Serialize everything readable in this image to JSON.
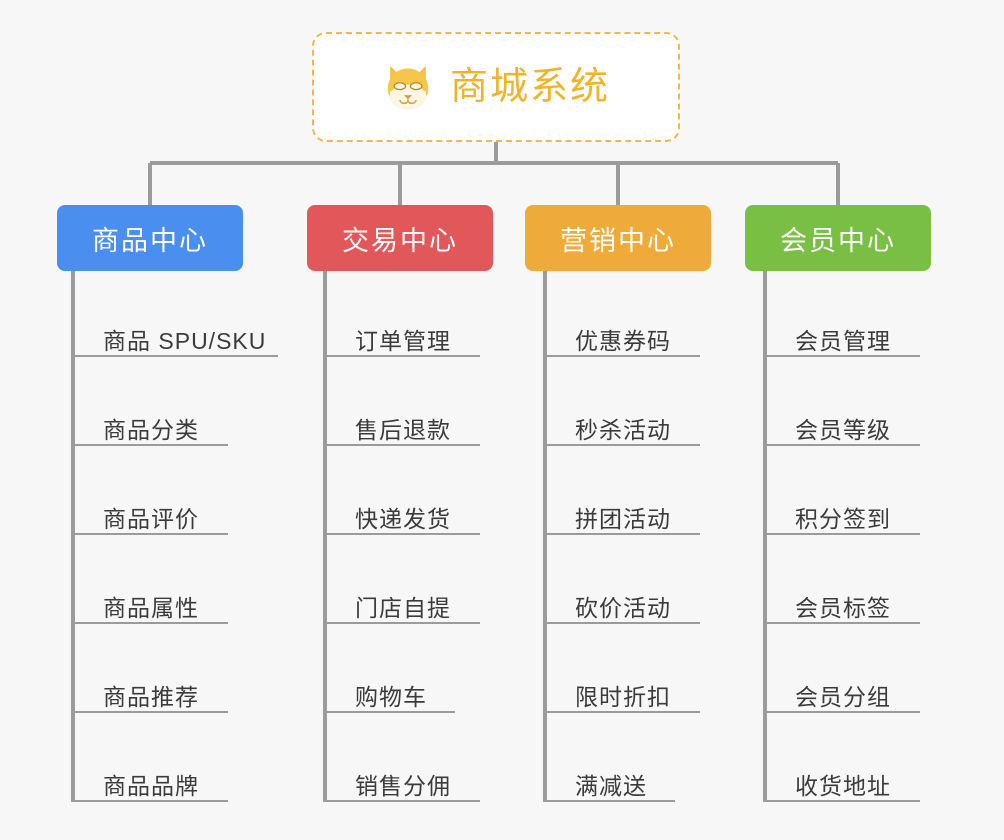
{
  "diagram": {
    "type": "org-chart",
    "page_background": "#f7f7f7",
    "root": {
      "title": "商城系统",
      "icon": "shiba-dog-icon",
      "text_color": "#f0b429",
      "border_color": "#eeb949",
      "background": "#ffffff"
    },
    "connector_color": "#9b9b9b",
    "columns": [
      {
        "id": "product-center",
        "label": "商品中心",
        "color": "#4a8ef0",
        "items": [
          "商品 SPU/SKU",
          "商品分类",
          "商品评价",
          "商品属性",
          "商品推荐",
          "商品品牌"
        ]
      },
      {
        "id": "trade-center",
        "label": "交易中心",
        "color": "#e2585a",
        "items": [
          "订单管理",
          "售后退款",
          "快递发货",
          "门店自提",
          "购物车",
          "销售分佣"
        ]
      },
      {
        "id": "marketing-center",
        "label": "营销中心",
        "color": "#eeab3a",
        "items": [
          "优惠券码",
          "秒杀活动",
          "拼团活动",
          "砍价活动",
          "限时折扣",
          "满减送"
        ]
      },
      {
        "id": "member-center",
        "label": "会员中心",
        "color": "#79bf४4",
        "items": [
          "会员管理",
          "会员等级",
          "积分签到",
          "会员标签",
          "会员分组",
          "收货地址"
        ]
      }
    ]
  }
}
